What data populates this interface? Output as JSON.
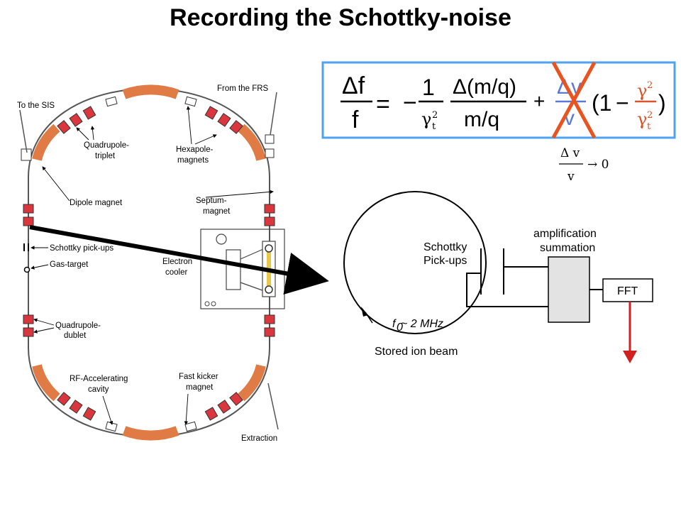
{
  "title": "Recording the Schottky-noise",
  "ring": {
    "labels": {
      "to_sis": "To the SIS",
      "from_frs": "From the FRS",
      "quad_triplet_1": "Quadrupole-",
      "quad_triplet_2": "triplet",
      "hexapole_1": "Hexapole-",
      "hexapole_2": "magnets",
      "dipole": "Dipole magnet",
      "septum_1": "Septum-",
      "septum_2": "magnet",
      "schottky_pickups": "Schottky pick-ups",
      "gas_target": "Gas-target",
      "electron_cooler_1": "Electron",
      "electron_cooler_2": "cooler",
      "quad_doublet_1": "Quadrupole-",
      "quad_doublet_2": "dublet",
      "rf_cavity_1": "RF-Accelerating",
      "rf_cavity_2": "cavity",
      "kicker_1": "Fast kicker",
      "kicker_2": "magnet",
      "extraction": "Extraction"
    }
  },
  "formula": {
    "lhs_num": "Δf",
    "lhs_den": "f",
    "equals": "=",
    "minus": "−",
    "one": "1",
    "gamma_t": "γ",
    "sub_t": "t",
    "sup_2": "2",
    "mq_num": "Δ(m/q)",
    "mq_den": "m/q",
    "plus": "+",
    "dv_num": "Δv",
    "dv_den": "v",
    "paren_open": "(1",
    "paren_minus": "−",
    "gamma": "γ",
    "paren_close": ")",
    "limit_num": "Δ v",
    "limit_den": "v",
    "limit_arrow": "→ 0",
    "colors": {
      "box": "#4da3f0",
      "cross": "#e8531f",
      "red_text": "#d9542a",
      "blue_text": "#5b79d6"
    }
  },
  "schematic": {
    "pickups_1": "Schottky",
    "pickups_2": "Pick-ups",
    "amp_1": "amplification",
    "amp_2": "summation",
    "fft": "FFT",
    "freq_f": "f",
    "freq_sub": "0",
    "freq_rest": " ~ 2 MHz",
    "beam": "Stored ion beam",
    "colors": {
      "arrow": "#d22020",
      "amp_box": "#e3e3e3"
    }
  }
}
